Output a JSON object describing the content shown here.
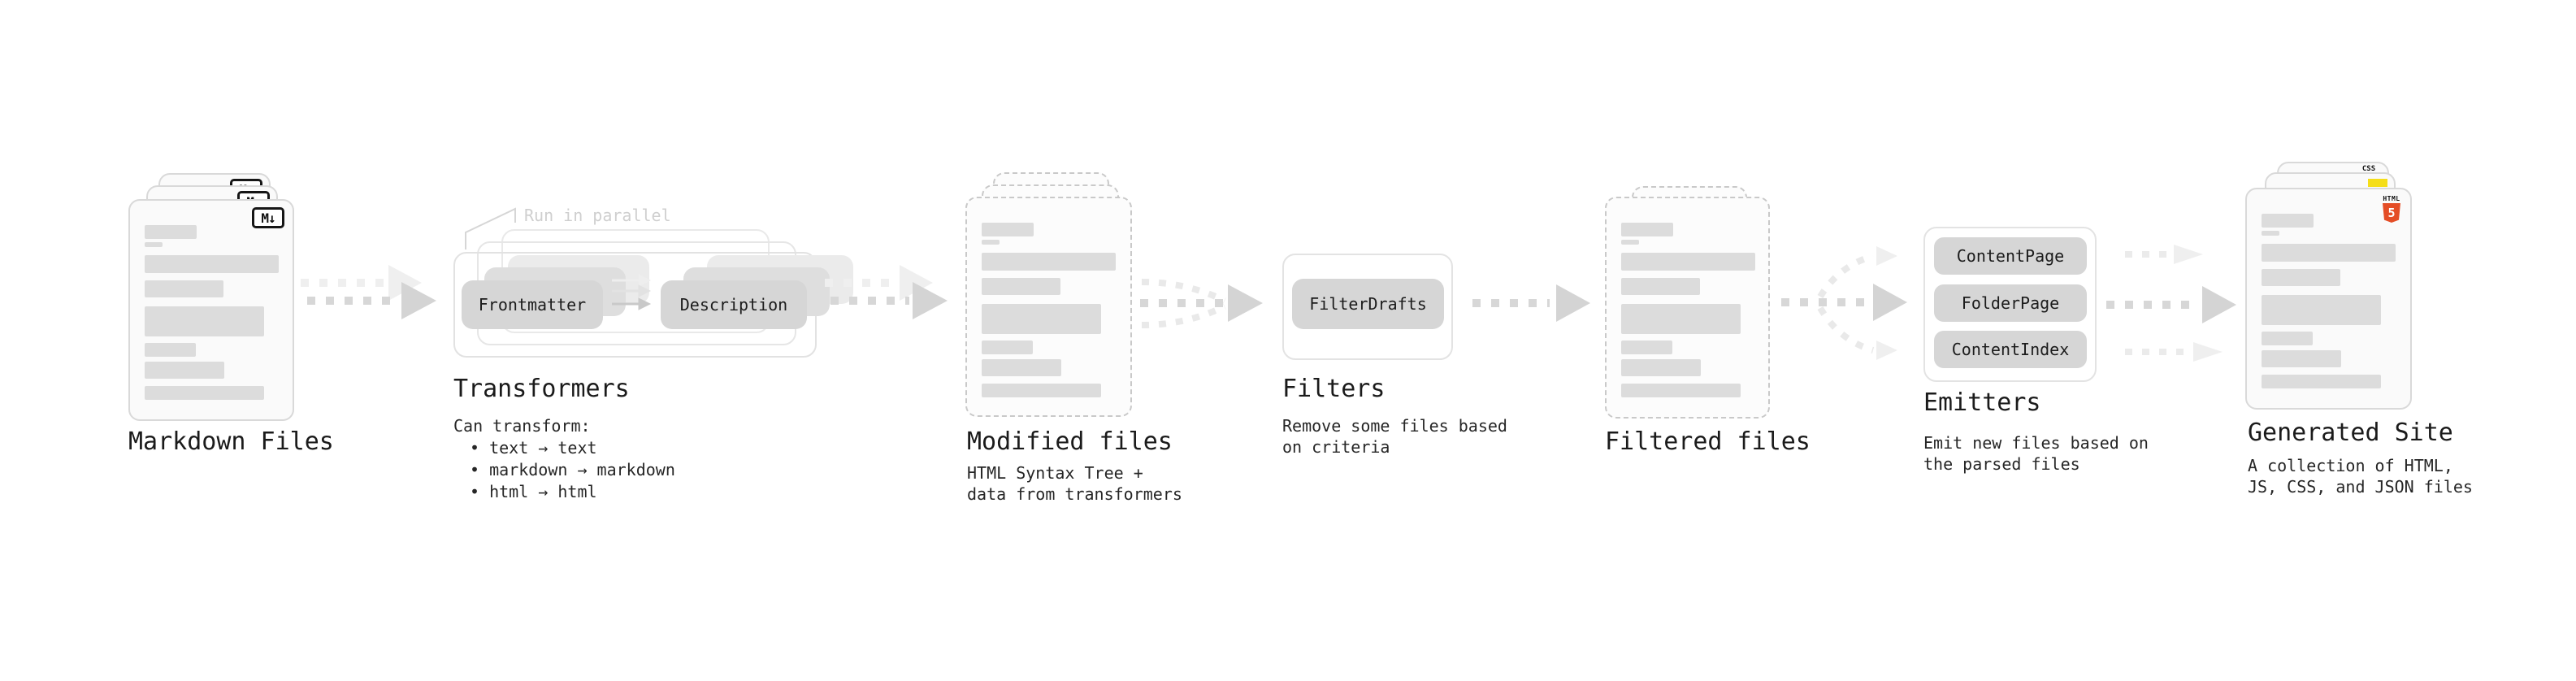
{
  "stages": {
    "markdown": {
      "title": "Markdown Files",
      "badge": "M↓"
    },
    "transformers": {
      "title": "Transformers",
      "annotation": "Run in parallel",
      "nodes": [
        "Frontmatter",
        "Description"
      ],
      "caption": [
        "Can transform:",
        "• text → text",
        "• markdown → markdown",
        "• html → html"
      ]
    },
    "modified": {
      "title": "Modified files",
      "caption": [
        "HTML Syntax Tree +",
        "data from transformers"
      ]
    },
    "filters": {
      "title": "Filters",
      "nodes": [
        "FilterDrafts"
      ],
      "caption": [
        "Remove some files based",
        "on criteria"
      ]
    },
    "filtered": {
      "title": "Filtered files"
    },
    "emitters": {
      "title": "Emitters",
      "nodes": [
        "ContentPage",
        "FolderPage",
        "ContentIndex"
      ],
      "caption": [
        "Emit new files based on",
        "the parsed files"
      ]
    },
    "generated": {
      "title": "Generated Site",
      "caption": [
        "A collection of HTML,",
        "JS, CSS, and JSON files"
      ],
      "badges": {
        "css": "CSS",
        "html_label": "HTML",
        "html_number": "5"
      }
    }
  },
  "colors": {
    "node_fill": "#d6d6d6",
    "card_border": "#d9d9d9",
    "dashed_border": "#c9c9c9",
    "arrow": "#d4d4d4",
    "arrow_light": "#ebebeb",
    "annotation": "#cfcfcf",
    "html5_orange": "#e44d26",
    "js_yellow": "#f5de19",
    "css_blue": "#2667f2"
  }
}
